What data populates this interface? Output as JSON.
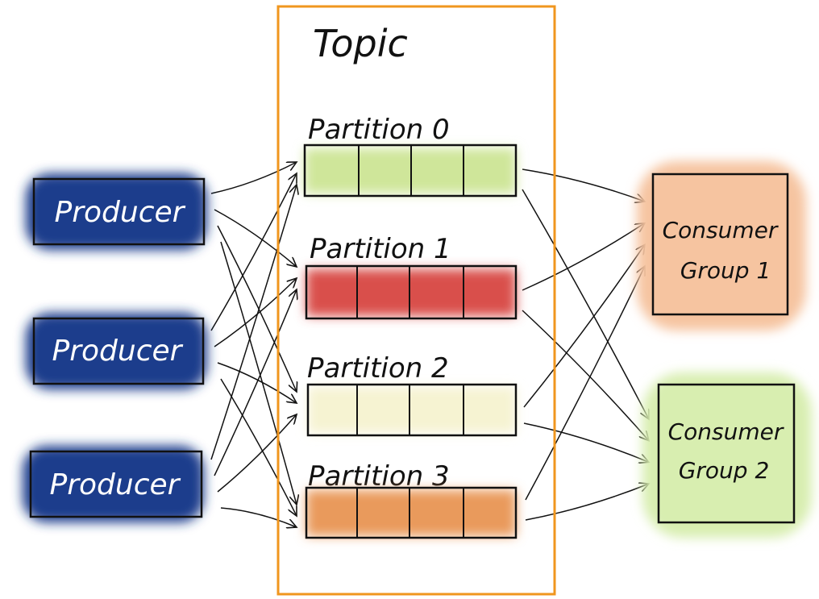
{
  "topic": {
    "label": "Topic",
    "border_color": "#f0961e"
  },
  "producers": [
    {
      "label": "Producer"
    },
    {
      "label": "Producer"
    },
    {
      "label": "Producer"
    }
  ],
  "producer_color": "#1e3c8c",
  "partitions": [
    {
      "label": "Partition 0",
      "color": "#cfe69a",
      "cells": 4
    },
    {
      "label": "Partition 1",
      "color": "#d9504c",
      "cells": 4
    },
    {
      "label": "Partition 2",
      "color": "#f6f3d2",
      "cells": 4
    },
    {
      "label": "Partition 3",
      "color": "#e99a5c",
      "cells": 4
    }
  ],
  "consumer_groups": [
    {
      "line1": "Consumer",
      "line2": "Group 1",
      "color": "#f6c4a0"
    },
    {
      "line1": "Consumer",
      "line2": "Group 2",
      "color": "#d8eeb0"
    }
  ],
  "connections": {
    "producers_to_partitions": "all",
    "partitions_to_consumer_groups": "all"
  }
}
